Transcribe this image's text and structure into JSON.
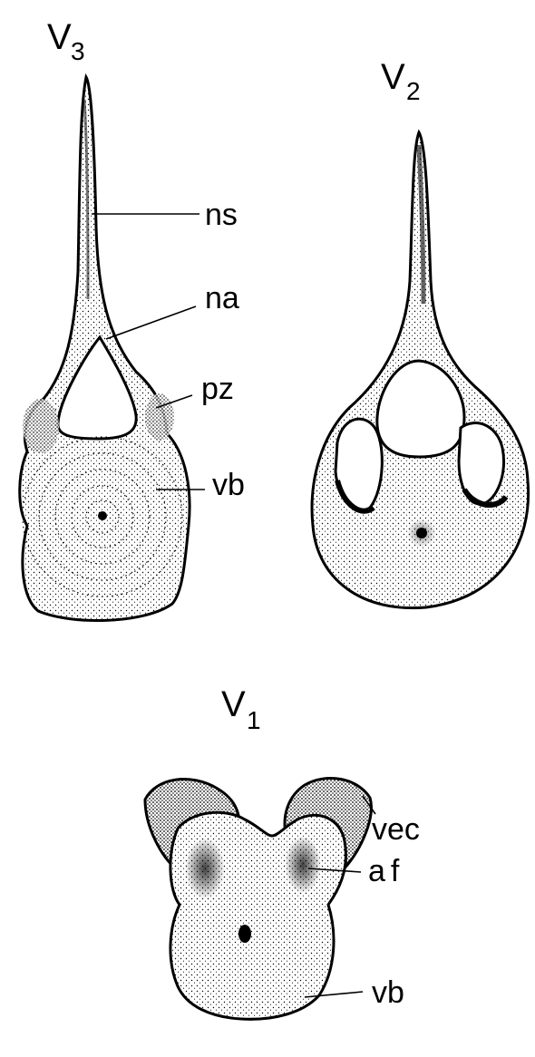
{
  "views": {
    "v3": {
      "letter": "V",
      "sub": "3"
    },
    "v2": {
      "letter": "V",
      "sub": "2"
    },
    "v1": {
      "letter": "V",
      "sub": "1"
    }
  },
  "parts": {
    "ns": "ns",
    "na": "na",
    "pz": "pz",
    "vb_v3": "vb",
    "vec": "vec",
    "af": "af",
    "vb_v1": "vb"
  }
}
